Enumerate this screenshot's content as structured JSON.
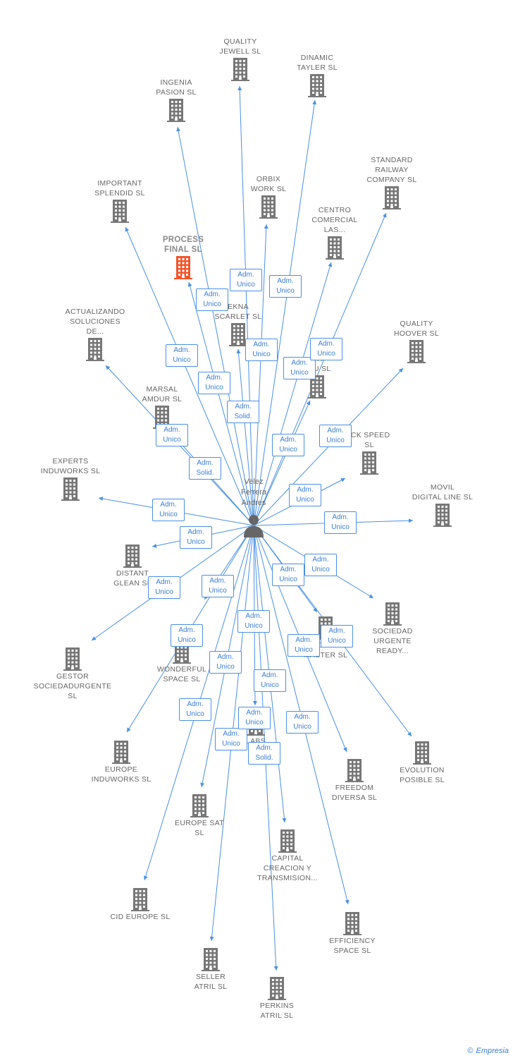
{
  "person": {
    "name": "Velez\nFerrera\nAndres"
  },
  "footer": {
    "copyright": "©",
    "brand": "Empresia"
  },
  "colors": {
    "edge": "#4a90e2",
    "building": "#777777",
    "highlight": "#f2552c"
  },
  "nodes": [
    {
      "id": "quality-jewell",
      "label": "QUALITY\nJEWELL SL",
      "main": false
    },
    {
      "id": "dinamic-tayler",
      "label": "DINAMIC\nTAYLER SL",
      "main": false
    },
    {
      "id": "ingenia-pasion",
      "label": "INGENIA\nPASION SL",
      "main": false
    },
    {
      "id": "standard-railway",
      "label": "STANDARD\nRAILWAY\nCOMPANY SL",
      "main": false
    },
    {
      "id": "orbix-work",
      "label": "ORBIX\nWORK SL",
      "main": false
    },
    {
      "id": "important-splendid",
      "label": "IMPORTANT\nSPLENDID SL",
      "main": false
    },
    {
      "id": "centro-comercial",
      "label": "CENTRO\nCOMERCIAL\nLAS...",
      "main": false
    },
    {
      "id": "process-final",
      "label": "PROCESS\nFINAL SL",
      "main": true
    },
    {
      "id": "ekna-scarlet",
      "label": "EKNA\nSCARLET SL",
      "main": false
    },
    {
      "id": "actualizando",
      "label": "ACTUALIZANDO\nSOLUCIONES\nDE...",
      "main": false
    },
    {
      "id": "quality-hoover",
      "label": "QUALITY\nHOOVER SL",
      "main": false
    },
    {
      "id": "dr-tru",
      "label": "DR\nTRU SL",
      "main": false
    },
    {
      "id": "marsal-amdur",
      "label": "MARSAL\nAMDUR SL",
      "main": false
    },
    {
      "id": "quick-speed",
      "label": "ICK SPEED\nSL",
      "main": false
    },
    {
      "id": "experts-induworks",
      "label": "EXPERTS\nINDUWORKS SL",
      "main": false
    },
    {
      "id": "movil-digital",
      "label": "MOVIL\nDIGITAL LINE SL",
      "main": false
    },
    {
      "id": "distant-glean",
      "label": "DISTANT\nGLEAN SL",
      "main": false
    },
    {
      "id": "sociedad-urgente",
      "label": "SOCIEDAD\nURGENTE\nREADY...",
      "main": false
    },
    {
      "id": "gestor-sociedad",
      "label": "GESTOR\nSOCIEDADURGENTE SL",
      "main": false
    },
    {
      "id": "wonderful-space",
      "label": "WONDERFUL\nSPACE SL",
      "main": false
    },
    {
      "id": "model-master",
      "label": "DEL\nMASTER SL",
      "main": false
    },
    {
      "id": "europe-induworks",
      "label": "EUROPE\nINDUWORKS SL",
      "main": false
    },
    {
      "id": "labs",
      "label": "LABS",
      "main": false
    },
    {
      "id": "evolution-posible",
      "label": "EVOLUTION\nPOSIBLE SL",
      "main": false
    },
    {
      "id": "freedom-diversa",
      "label": "FREEDOM\nDIVERSA SL",
      "main": false
    },
    {
      "id": "europe-sat",
      "label": "EUROPE SAT\nSL",
      "main": false
    },
    {
      "id": "capital-creacion",
      "label": "CAPITAL\nCREACION Y\nTRANSMISION...",
      "main": false
    },
    {
      "id": "cid-europe",
      "label": "CID EUROPE SL",
      "main": false
    },
    {
      "id": "efficiency-space",
      "label": "EFFICIENCY\nSPACE SL",
      "main": false
    },
    {
      "id": "seller-atril",
      "label": "SELLER\nATRIL SL",
      "main": false
    },
    {
      "id": "perkins-atril",
      "label": "PERKINS\nATRIL SL",
      "main": false
    }
  ],
  "badges": [
    "Adm.\nUnico",
    "Adm.\nUnico",
    "Adm.\nUnico",
    "Adm.\nUnico",
    "Adm.\nUnico",
    "Adm.\nUnico",
    "Adm.\nUnico",
    "Adm.\nUnico",
    "Adm.\nSolid.",
    "Adm.\nUnico",
    "Adm.\nUnico",
    "Adm.\nUnico",
    "Adm.\nUnico",
    "Adm.\nSolid.",
    "Adm.\nUnico",
    "Adm.\nUnico",
    "Adm.\nUnico",
    "Adm.\nUnico",
    "Adm.\nUnico",
    "Adm.\nUnico",
    "Adm.\nUnico",
    "Adm.\nUnico",
    "Adm.\nUnico",
    "Adm.\nUnico",
    "Adm.\nUnico",
    "Adm.\nUnico",
    "Adm.\nUnico",
    "Adm.\nUnico",
    "Adm.\nUnico",
    "Adm.\nUnico",
    "Adm.\nUnico",
    "Adm.\nSolid.",
    "Adm.\nUnico"
  ]
}
